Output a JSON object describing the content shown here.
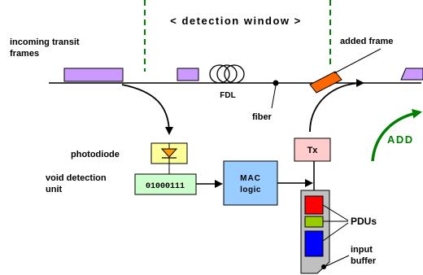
{
  "labels": {
    "detection_window": "< detection window >",
    "incoming_line1": "incoming transit",
    "incoming_line2": "frames",
    "added_frame": "added frame",
    "fdl": "FDL",
    "fiber": "fiber",
    "add": "ADD",
    "photodiode": "photodiode",
    "void_line1": "void detection",
    "void_line2": "unit",
    "void_bits": "01000111",
    "mac_line1": "MAC",
    "mac_line2": "logic",
    "tx": "Tx",
    "pdus": "PDUs",
    "input_line1": "input",
    "input_line2": "buffer"
  },
  "colors": {
    "transit_frame": "#CC99FF",
    "added_frame": "#FF6600",
    "photodiode_box": "#FFFF99",
    "diode_triangle": "#FF9900",
    "void_unit": "#CCFFCC",
    "mac_logic": "#99CCFF",
    "tx_box": "#FFCCCC",
    "buffer_body": "#C0C0C0",
    "pdu_red": "#FF0000",
    "pdu_green": "#99CC00",
    "pdu_blue": "#0000FF",
    "window_dash": "#007F00",
    "add_arrow": "#008000"
  }
}
